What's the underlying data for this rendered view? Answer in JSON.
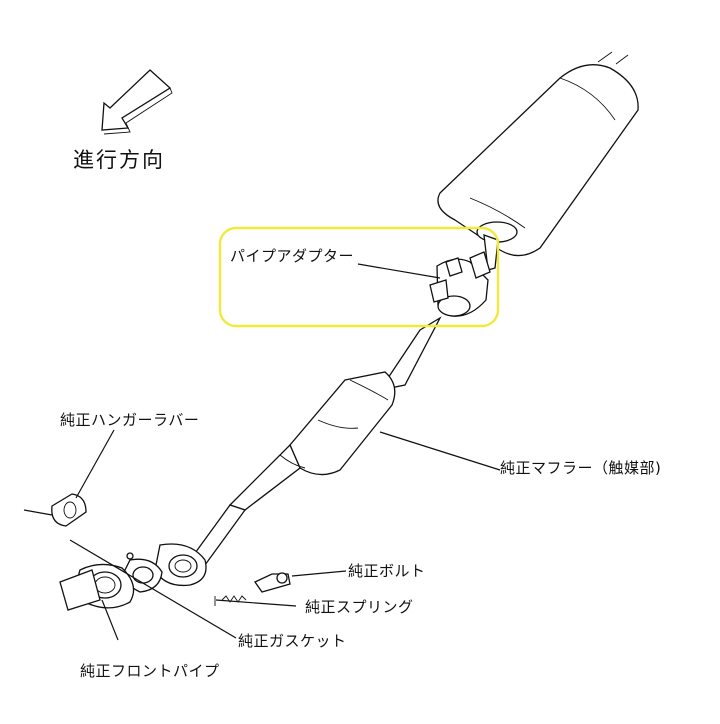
{
  "direction": {
    "label": "進行方向",
    "icon": "arrow-down-left-icon"
  },
  "labels": {
    "pipe_adapter": "パイプアダプター",
    "hanger_rubber": "純正ハンガーラバー",
    "muffler": "純正マフラー（触媒部)",
    "bolt": "純正ボルト",
    "spring": "純正スプリング",
    "gasket": "純正ガスケット",
    "front_pipe": "純正フロントパイプ"
  },
  "colors": {
    "highlight": "#f2ea3a",
    "line": "#111111"
  }
}
